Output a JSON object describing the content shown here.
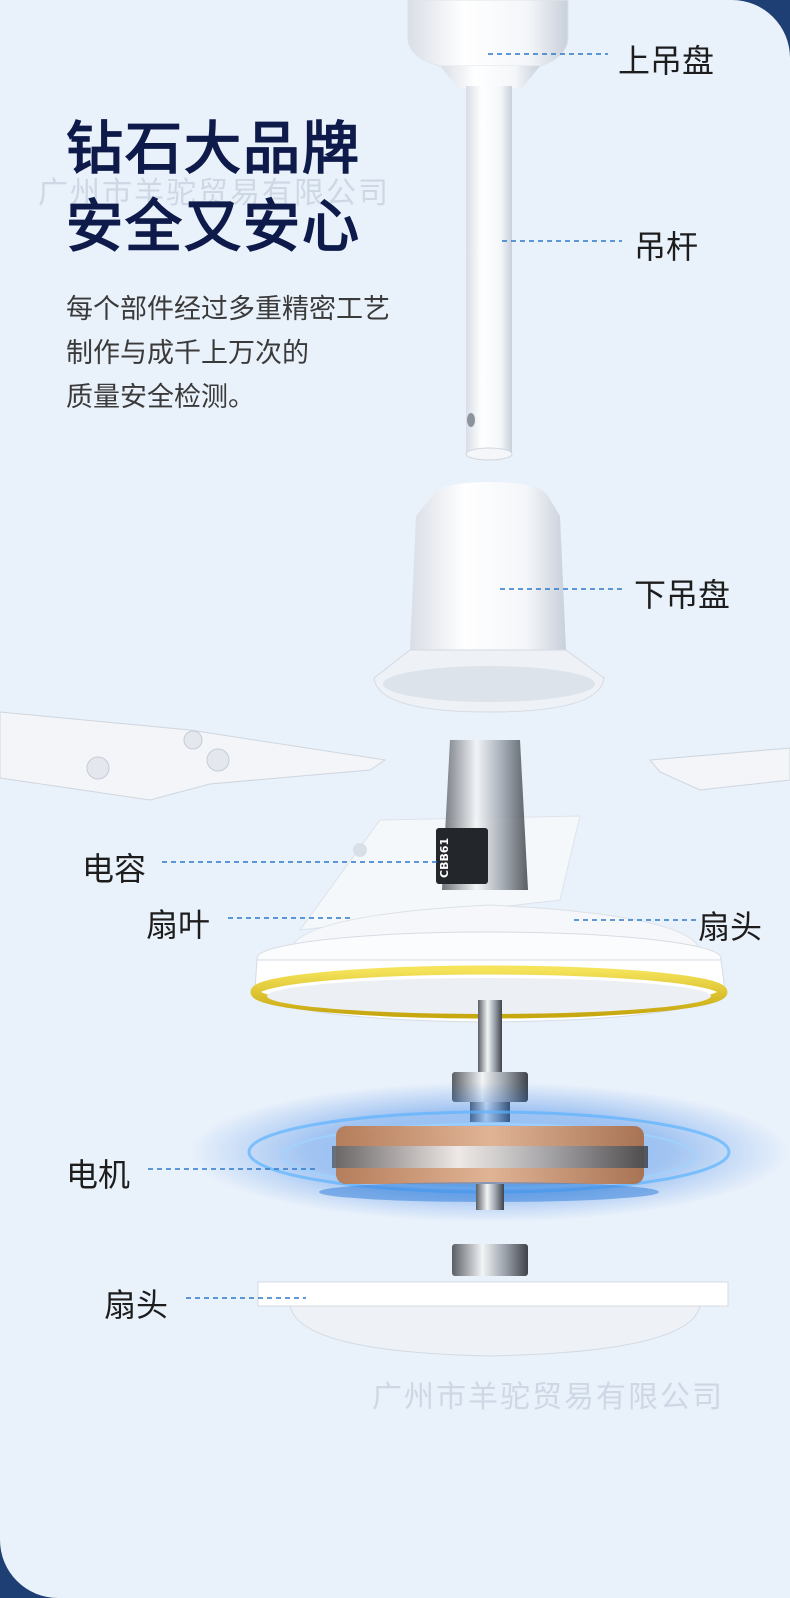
{
  "headline": [
    "钻石大品牌",
    "安全又安心"
  ],
  "description": [
    "每个部件经过多重精密工艺",
    "制作与成千上万次的",
    "质量安全检测。"
  ],
  "labels": {
    "upper_canopy": "上吊盘",
    "down_rod": "吊杆",
    "lower_canopy": "下吊盘",
    "capacitor": "电容",
    "blade": "扇叶",
    "fan_head_right": "扇头",
    "motor": "电机",
    "fan_head_bottom": "扇头"
  },
  "capacitor_marking": "CBB61",
  "watermark": "广州市羊驼贸易有限公司",
  "colors": {
    "background": "#e9f1fb",
    "corner": "#1d3f73",
    "title": "#0d1a4a",
    "leader_line": "#2d78c8",
    "gold_ring": "#e3cc1e",
    "motor_glow": "#3aa0ff"
  }
}
